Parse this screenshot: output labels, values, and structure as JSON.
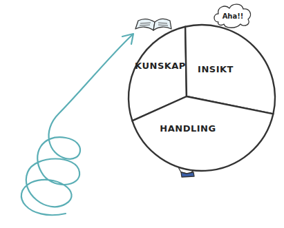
{
  "diagram": {
    "nodes": [
      {
        "text": [
          "Aha!!"
        ]
      },
      {
        "text": [
          "KUNSKAP"
        ]
      },
      {
        "text": [
          "INSIKT"
        ]
      },
      {
        "text": [
          "HANDLING"
        ]
      }
    ]
  }
}
